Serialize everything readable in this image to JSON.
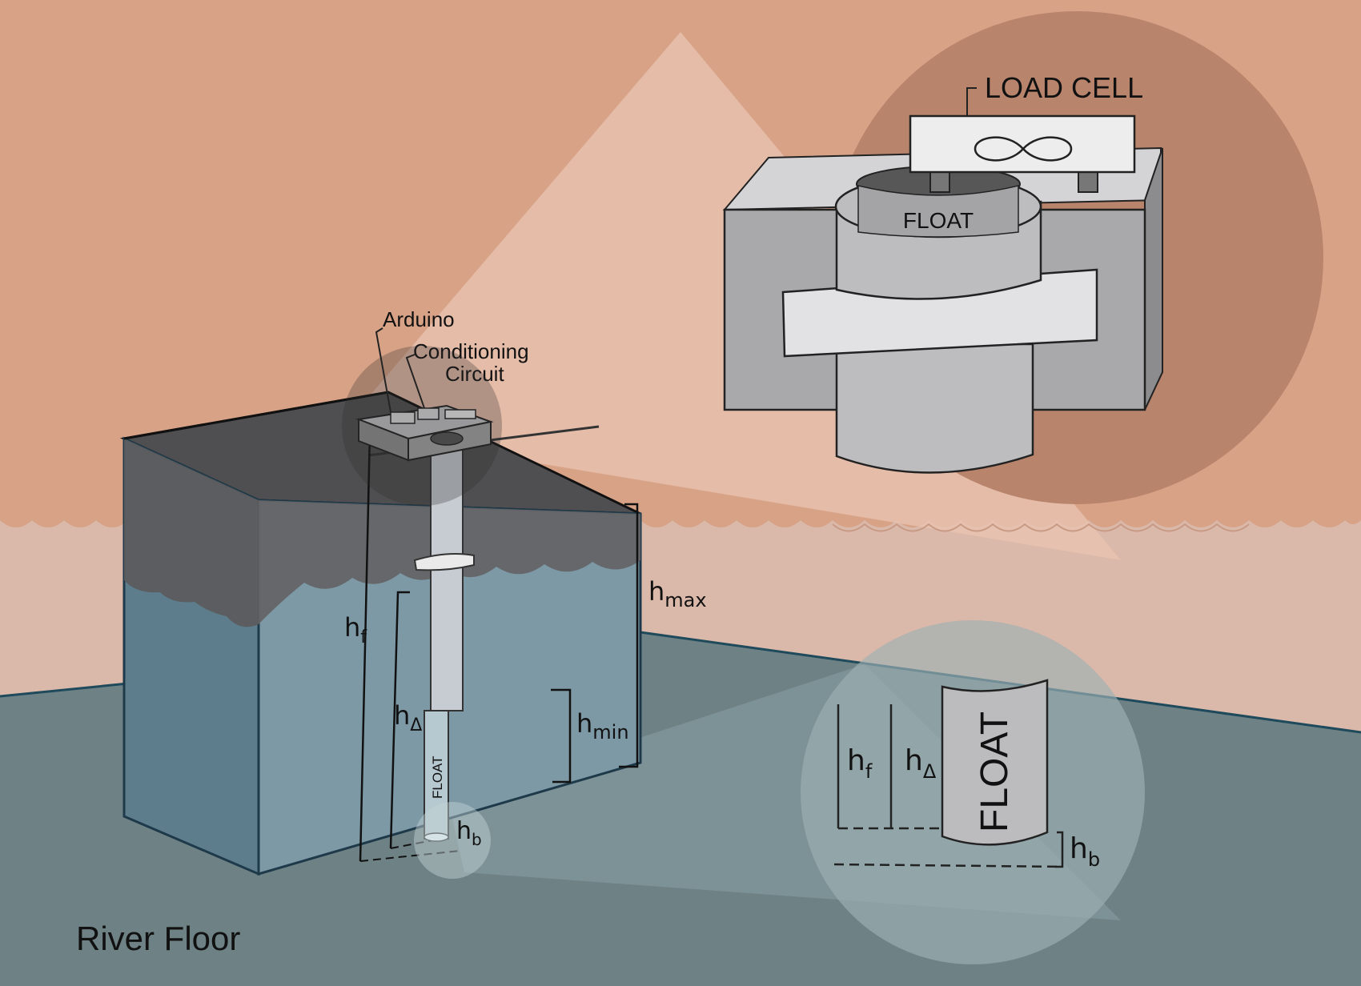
{
  "diagram": {
    "labels": {
      "load_cell": "LOAD CELL",
      "float_top": "FLOAT",
      "arduino": "Arduino",
      "conditioning_line1": "Conditioning",
      "conditioning_line2": "Circuit",
      "float_rod": "FLOAT",
      "float_zoom": "FLOAT",
      "river_floor": "River Floor"
    },
    "dimensions": {
      "h_f": {
        "base": "h",
        "sub": "f"
      },
      "h_delta": {
        "base": "h",
        "sub": "Δ"
      },
      "h_max": {
        "base": "h",
        "sub": "max"
      },
      "h_min": {
        "base": "h",
        "sub": "min"
      },
      "h_b": {
        "base": "h",
        "sub": "b"
      },
      "zoom_h_f": {
        "base": "h",
        "sub": "f"
      },
      "zoom_h_delta": {
        "base": "h",
        "sub": "Δ"
      },
      "zoom_h_b": {
        "base": "h",
        "sub": "b"
      }
    },
    "colors": {
      "sky": "#d8a286",
      "water_band": "#dab8aa",
      "river_floor": "#6e8184",
      "tank_water": "#7f98a2",
      "zoom_circle": "#b8846c",
      "metal": "#bcbcbe"
    }
  }
}
